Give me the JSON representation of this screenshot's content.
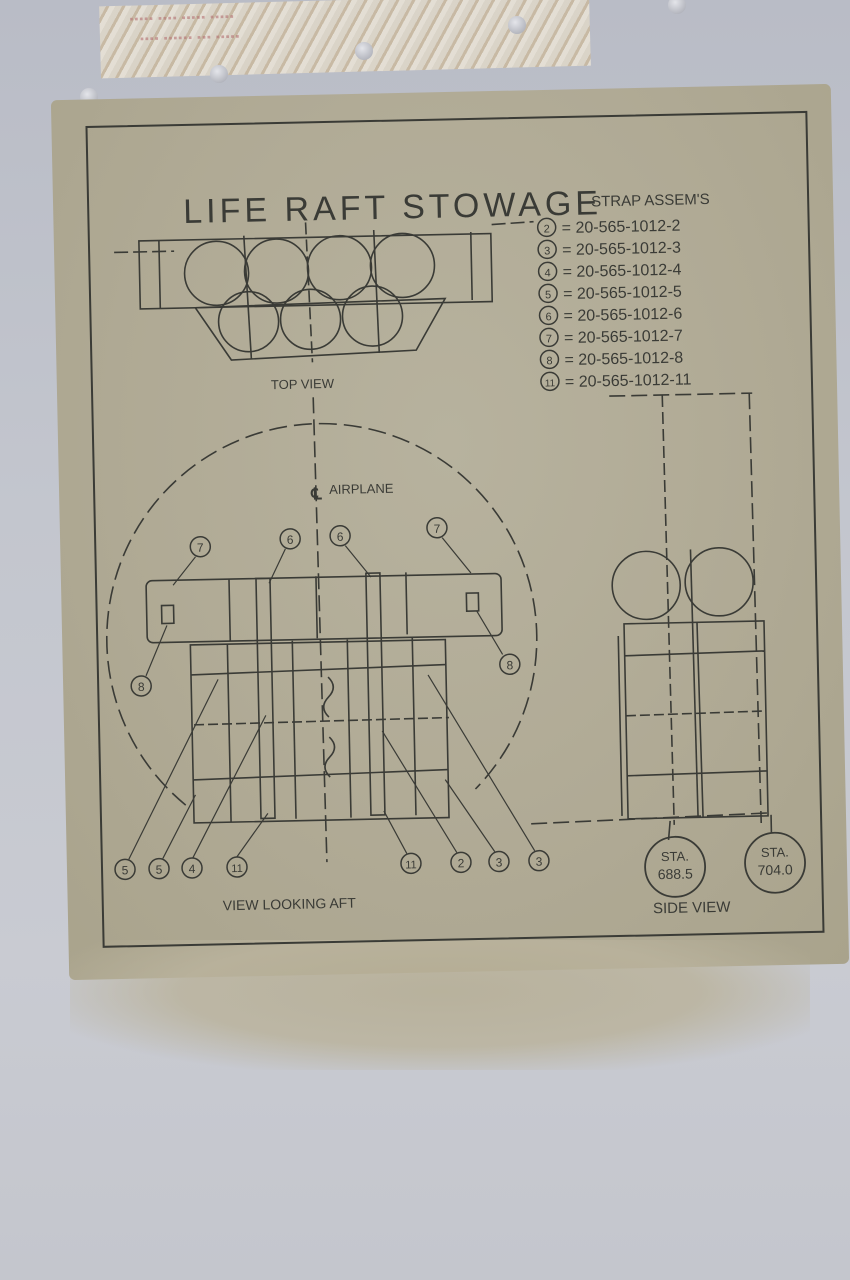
{
  "title": "LIFE RAFT STOWAGE",
  "strap_header": "STRAP ASSEM'S",
  "straps": [
    {
      "num": "2",
      "part": "= 20-565-1012-2"
    },
    {
      "num": "3",
      "part": "= 20-565-1012-3"
    },
    {
      "num": "4",
      "part": "= 20-565-1012-4"
    },
    {
      "num": "5",
      "part": "= 20-565-1012-5"
    },
    {
      "num": "6",
      "part": "= 20-565-1012-6"
    },
    {
      "num": "7",
      "part": "= 20-565-1012-7"
    },
    {
      "num": "8",
      "part": "= 20-565-1012-8"
    },
    {
      "num": "11",
      "part": "= 20-565-1012-11"
    }
  ],
  "views": {
    "top": "TOP VIEW",
    "aft": "VIEW LOOKING AFT",
    "side": "SIDE VIEW"
  },
  "centerline": "AIRPLANE",
  "callouts": {
    "c7_left": "7",
    "c6_left": "6",
    "c6_right": "6",
    "c7_right": "7",
    "c8_left": "8",
    "c8_right": "8",
    "b5a": "5",
    "b5b": "5",
    "b4": "4",
    "b11a": "11",
    "b11b": "11",
    "b2": "2",
    "b3a": "3",
    "b3b": "3"
  },
  "stations": [
    {
      "label": "STA.",
      "value": "688.5"
    },
    {
      "label": "STA.",
      "value": "704.0"
    }
  ],
  "colors": {
    "ink": "#3a3b36",
    "placard": "#b0aa95",
    "metal": "#c3c6ce"
  }
}
